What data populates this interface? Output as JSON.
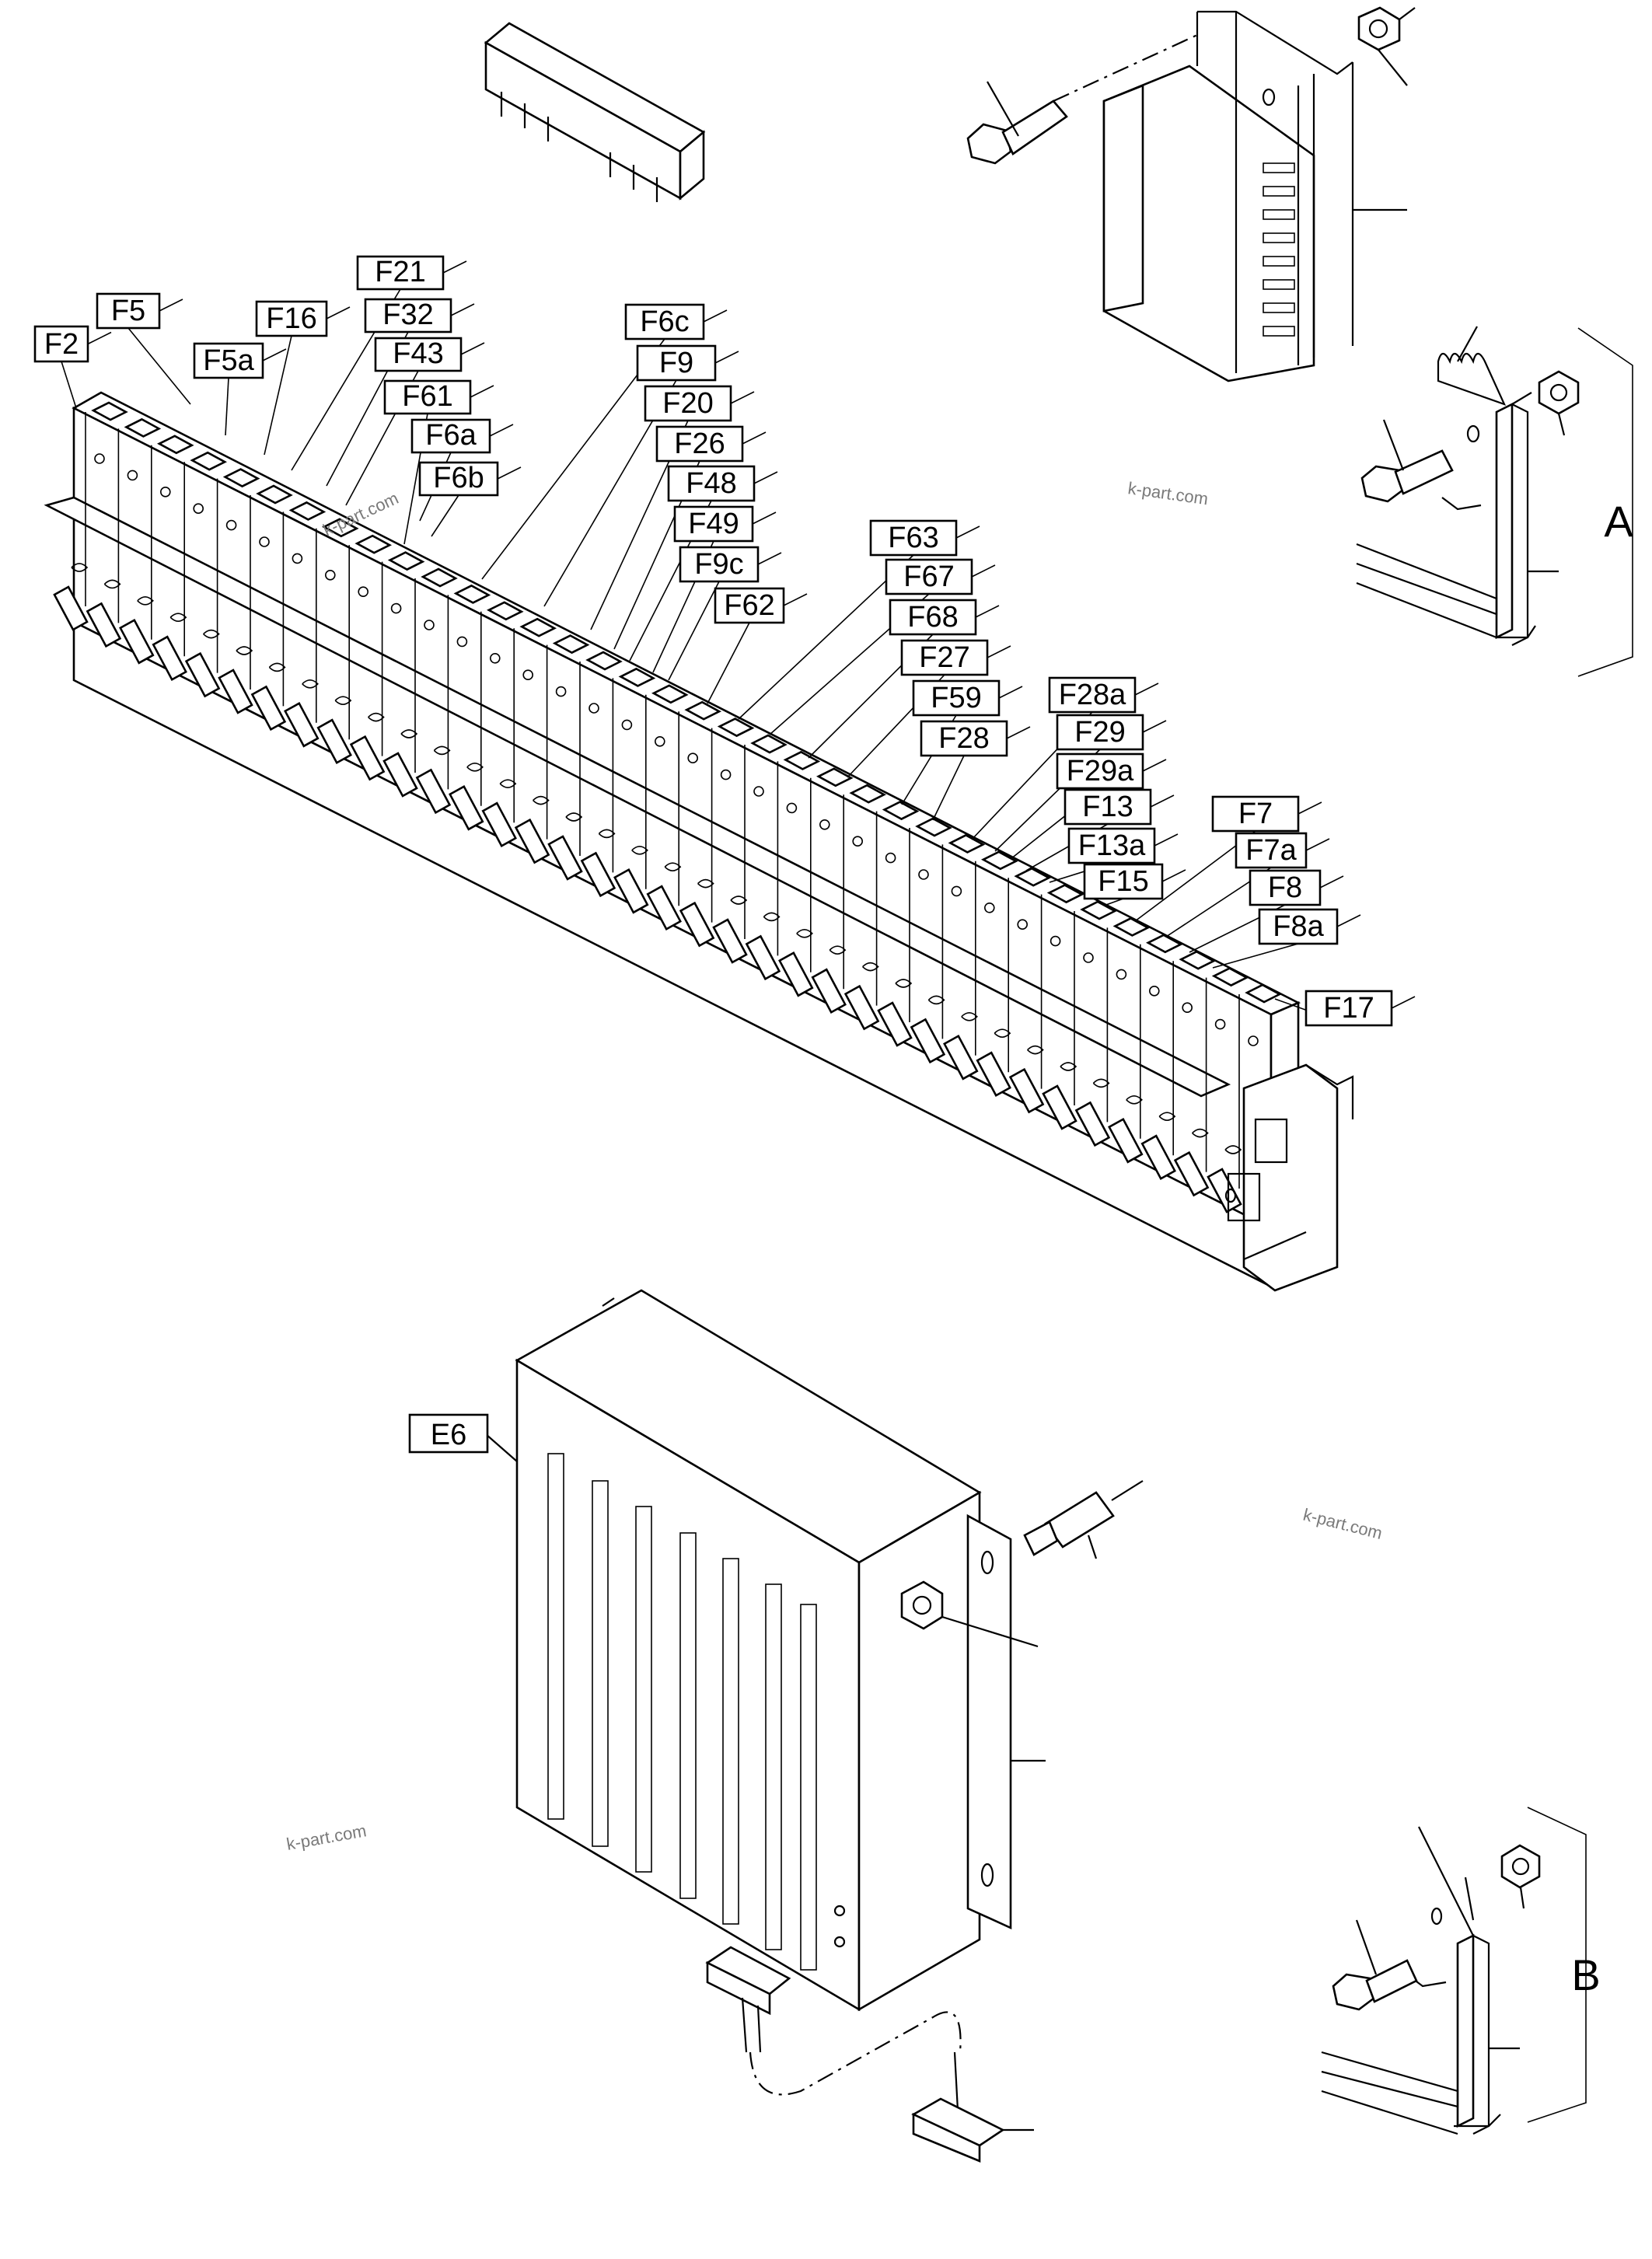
{
  "drawing": {
    "fuse_labels": [
      "F2",
      "F5",
      "F5a",
      "F16",
      "F21",
      "F32",
      "F43",
      "F61",
      "F6a",
      "F6b",
      "F6c",
      "F9",
      "F20",
      "F26",
      "F48",
      "F49",
      "F9c",
      "F62",
      "F63",
      "F67",
      "F68",
      "F27",
      "F59",
      "F28",
      "F28a",
      "F29",
      "F29a",
      "F13",
      "F13a",
      "F15",
      "F7",
      "F7a",
      "F8",
      "F8a",
      "F17"
    ],
    "module_label": "E6",
    "detail_a_label": "A",
    "detail_b_label": "B",
    "watermarks": [
      "k-part.com",
      "k-part.com",
      "k-part.com",
      "k-part.com"
    ]
  }
}
